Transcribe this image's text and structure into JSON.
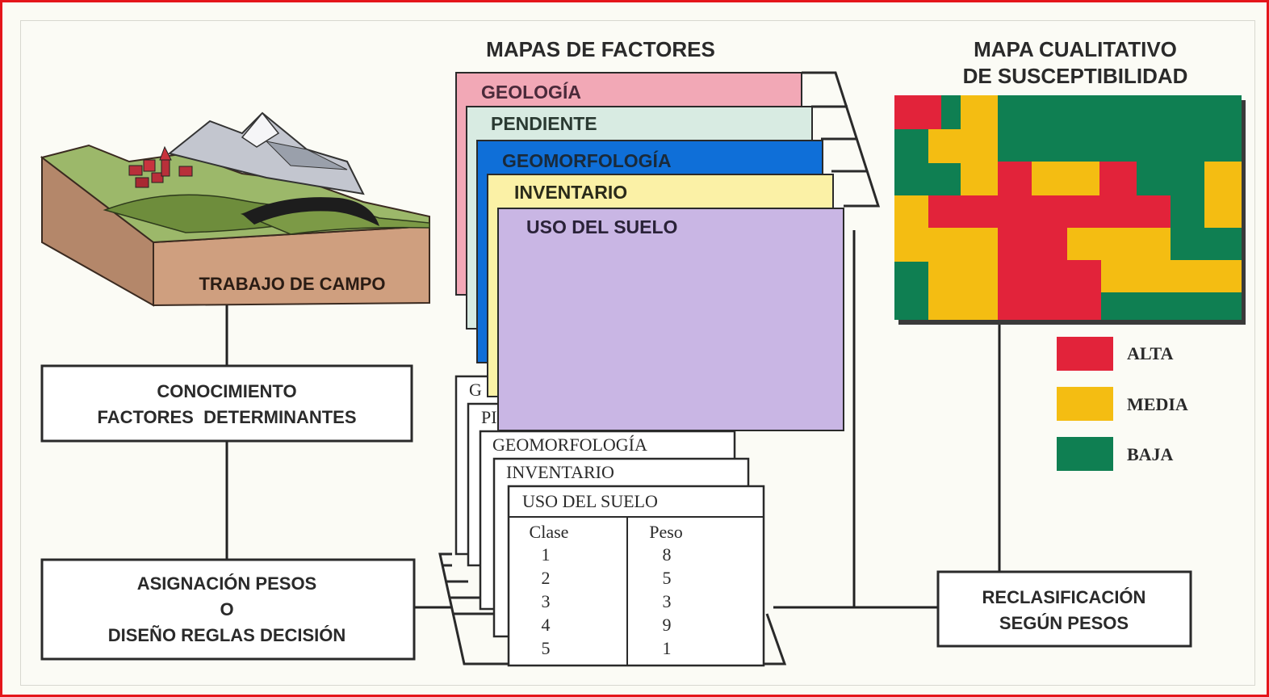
{
  "titles": {
    "factor_maps": "MAPAS DE FACTORES",
    "susceptibility_line1": "MAPA CUALITATIVO",
    "susceptibility_line2": "DE SUSCEPTIBILIDAD"
  },
  "field_work": {
    "label": "TRABAJO DE CAMPO"
  },
  "boxes": {
    "knowledge_line1": "CONOCIMIENTO",
    "knowledge_line2": "FACTORES  DETERMINANTES",
    "weights_line1": "ASIGNACIÓN PESOS",
    "weights_line2": "O",
    "weights_line3": "DISEÑO REGLAS DECISIÓN",
    "reclass_line1": "RECLASIFICACIÓN",
    "reclass_line2": "SEGÚN PESOS"
  },
  "factor_maps": [
    {
      "label": "GEOLOGÍA",
      "color": "#f2a8b6"
    },
    {
      "label": "PENDIENTE",
      "color": "#d8ebe2"
    },
    {
      "label": "GEOMORFOLOGÍA",
      "color": "#0f6fd8"
    },
    {
      "label": "INVENTARIO",
      "color": "#fbf1a6"
    },
    {
      "label": "USO DEL SUELO",
      "color": "#c9b6e4"
    }
  ],
  "weight_sheets": {
    "hidden_labels": [
      "G",
      "PI"
    ],
    "labels": [
      "GEOMORFOLOGÍA",
      "INVENTARIO",
      "USO DEL SUELO"
    ],
    "table": {
      "headers": [
        "Clase",
        "Peso"
      ],
      "rows": [
        [
          "1",
          "8"
        ],
        [
          "2",
          "5"
        ],
        [
          "3",
          "3"
        ],
        [
          "4",
          "9"
        ],
        [
          "5",
          "1"
        ]
      ]
    }
  },
  "legend": [
    {
      "label": "ALTA",
      "color": "#e2233a"
    },
    {
      "label": "MEDIA",
      "color": "#f4bd12"
    },
    {
      "label": "BAJA",
      "color": "#0f7f52"
    }
  ]
}
